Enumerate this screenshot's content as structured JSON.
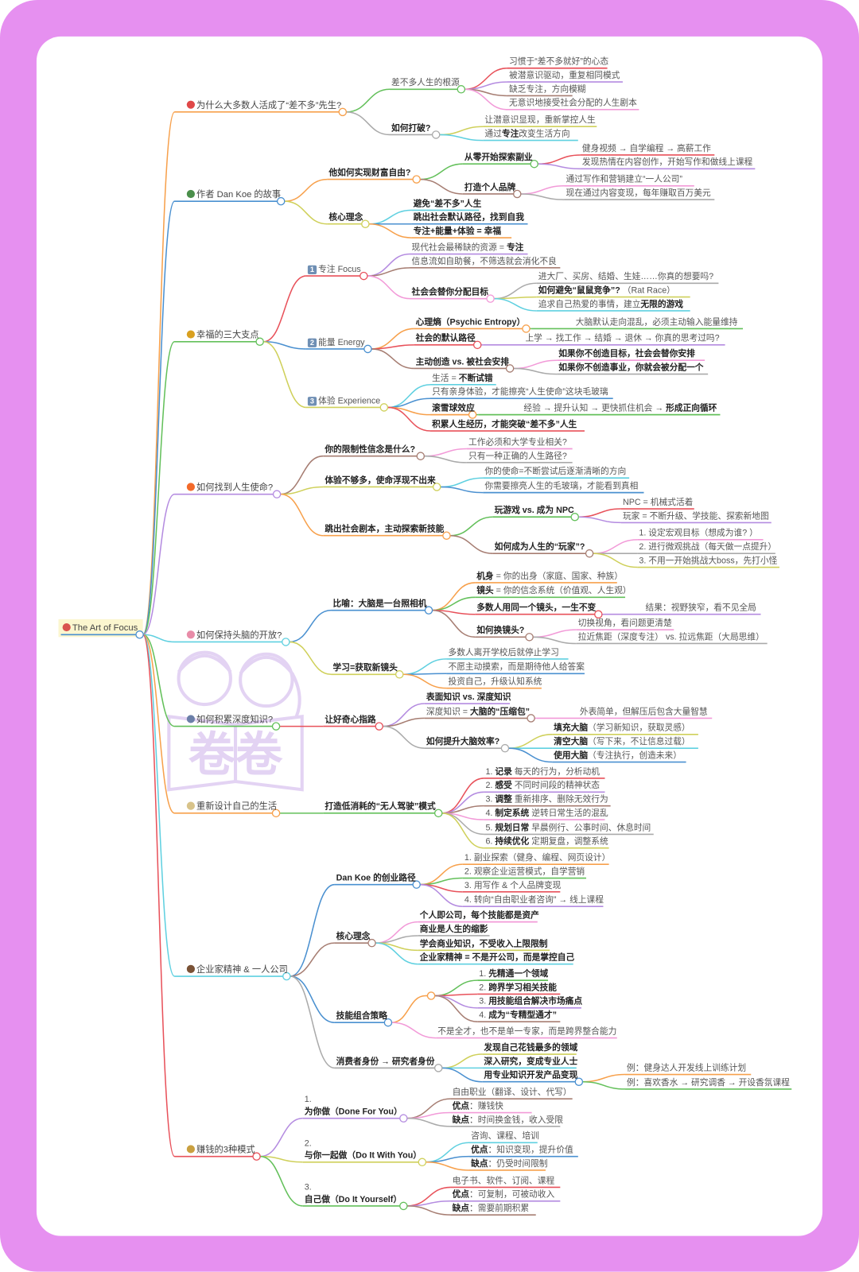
{
  "watermark": "卷卷",
  "colors": {
    "frame": "#e690f0",
    "red": "#e8515a",
    "orange": "#f7a04b",
    "green": "#63c05a",
    "blue": "#4a90d0",
    "purple": "#b48be0",
    "brown": "#a67d72",
    "pink": "#f29ad8",
    "gray": "#aaaaaa",
    "olive": "#cfd05a",
    "cyan": "#5fd0e0",
    "watermark": "#e3d3f3"
  },
  "tree": {
    "icon": "target-icon",
    "t": "The Art of Focus",
    "children": [
      {
        "icon": "pushpin-icon",
        "t": "为什么大多数人活成了“差不多”先生?",
        "children": [
          {
            "t": "差不多人生的根源",
            "children": [
              {
                "t": "习惯于“差不多就好”的心态"
              },
              {
                "t": "被潜意识驱动，重复相同模式"
              },
              {
                "t": "缺乏专注，方向模糊"
              },
              {
                "t": "无意识地接受社会分配的人生剧本"
              }
            ]
          },
          {
            "t": "如何打破?",
            "b": true,
            "children": [
              {
                "t": "让潜意识显现，重新掌控人生"
              },
              {
                "s": [
                  {
                    "t": "通过"
                  },
                  {
                    "t": "专注",
                    "b": true
                  },
                  {
                    "t": "改变生活方向"
                  }
                ]
              }
            ]
          }
        ]
      },
      {
        "icon": "books-icon",
        "t": "作者 Dan Koe 的故事",
        "children": [
          {
            "t": "他如何实现财富自由?",
            "b": true,
            "children": [
              {
                "t": "从零开始探索副业",
                "b": true,
                "children": [
                  {
                    "t": "健身视频 → 自学编程 → 高薪工作"
                  },
                  {
                    "t": "发现热情在内容创作，开始写作和做线上课程"
                  }
                ]
              },
              {
                "t": "打造个人品牌",
                "b": true,
                "children": [
                  {
                    "t": "通过写作和营销建立“一人公司”"
                  },
                  {
                    "t": "现在通过内容变现，每年赚取百万美元"
                  }
                ]
              }
            ]
          },
          {
            "t": "核心理念",
            "b": true,
            "children": [
              {
                "t": "避免“差不多”人生",
                "b": true
              },
              {
                "t": "跳出社会默认路径，找到自我",
                "b": true
              },
              {
                "t": "专注+能量+体验 = 幸福",
                "b": true
              }
            ]
          }
        ]
      },
      {
        "icon": "trophy-icon",
        "t": "幸福的三大支点",
        "children": [
          {
            "badge": "1",
            "t": "专注 Focus",
            "children": [
              {
                "s": [
                  {
                    "t": "现代社会最稀缺的资源 = "
                  },
                  {
                    "t": "专注",
                    "b": true
                  }
                ]
              },
              {
                "t": "信息流如自助餐，不筛选就会消化不良"
              },
              {
                "t": "社会会替你分配目标",
                "b": true,
                "children": [
                  {
                    "t": "进大厂、买房、结婚、生娃……你真的想要吗?"
                  },
                  {
                    "s": [
                      {
                        "t": "如何避免“鼠鼠竞争”?",
                        "b": true
                      },
                      {
                        "t": "  （Rat Race）"
                      }
                    ]
                  },
                  {
                    "s": [
                      {
                        "t": "追求自己热爱的事情，建立"
                      },
                      {
                        "t": "无限的游戏",
                        "b": true
                      }
                    ]
                  }
                ]
              }
            ]
          },
          {
            "badge": "2",
            "t": "能量 Energy",
            "children": [
              {
                "t": "心理熵（Psychic Entropy）",
                "b": true,
                "children": [
                  {
                    "t": "大脑默认走向混乱，必须主动输入能量维持"
                  }
                ]
              },
              {
                "t": "社会的默认路径",
                "b": true,
                "children": [
                  {
                    "t": "上学 → 找工作 → 结婚 → 退休 → 你真的思考过吗?"
                  }
                ]
              },
              {
                "t": "主动创造 vs. 被社会安排",
                "b": true,
                "children": [
                  {
                    "t": "如果你不创造目标，社会会替你安排",
                    "b": true
                  },
                  {
                    "t": "如果你不创造事业，你就会被分配一个",
                    "b": true
                  }
                ]
              }
            ]
          },
          {
            "badge": "3",
            "t": "体验 Experience",
            "children": [
              {
                "s": [
                  {
                    "t": "生活 = "
                  },
                  {
                    "t": "不断试错",
                    "b": true
                  }
                ]
              },
              {
                "t": "只有亲身体验，才能擦亮“人生使命”这块毛玻璃"
              },
              {
                "t": "滚雪球效应",
                "b": true,
                "children": [
                  {
                    "s": [
                      {
                        "t": "经验 → 提升认知 → 更快抓住机会 → "
                      },
                      {
                        "t": "形成正向循环",
                        "b": true
                      }
                    ]
                  }
                ]
              },
              {
                "t": "积累人生经历，才能突破“差不多”人生",
                "b": true
              }
            ]
          }
        ]
      },
      {
        "icon": "fire-icon",
        "t": "如何找到人生使命?",
        "children": [
          {
            "t": "你的限制性信念是什么?",
            "b": true,
            "children": [
              {
                "t": "工作必须和大学专业相关?"
              },
              {
                "t": "只有一种正确的人生路径?"
              }
            ]
          },
          {
            "t": "体验不够多，使命浮现不出来",
            "b": true,
            "children": [
              {
                "t": "你的使命=不断尝试后逐渐清晰的方向"
              },
              {
                "t": "你需要擦亮人生的毛玻璃，才能看到真相"
              }
            ]
          },
          {
            "t": "跳出社会剧本，主动探索新技能",
            "b": true,
            "children": [
              {
                "t": "玩游戏 vs. 成为 NPC",
                "b": true,
                "children": [
                  {
                    "t": "NPC = 机械式活着"
                  },
                  {
                    "t": "玩家 = 不断升级、学技能、探索新地图"
                  }
                ]
              },
              {
                "t": "如何成为人生的“玩家”?",
                "b": true,
                "children": [
                  {
                    "t": "1. 设定宏观目标（想成为谁? ）"
                  },
                  {
                    "t": "2. 进行微观挑战（每天做一点提升）"
                  },
                  {
                    "t": "3. 不用一开始挑战大boss，先打小怪"
                  }
                ]
              }
            ]
          }
        ]
      },
      {
        "icon": "brain-icon",
        "t": "如何保持头脑的开放?",
        "children": [
          {
            "t": "比喻：大脑是一台照相机",
            "b": true,
            "children": [
              {
                "s": [
                  {
                    "t": "机身",
                    "b": true
                  },
                  {
                    "t": " = 你的出身（家庭、国家、种族）"
                  }
                ]
              },
              {
                "s": [
                  {
                    "t": "镜头",
                    "b": true
                  },
                  {
                    "t": " = 你的信念系统（价值观、人生观）"
                  }
                ]
              },
              {
                "t": "多数人用同一个镜头，一生不变",
                "b": true,
                "children": [
                  {
                    "t": "结果：视野狭窄，看不见全局"
                  }
                ]
              },
              {
                "t": "如何换镜头?",
                "b": true,
                "children": [
                  {
                    "t": "切换视角，看问题更清楚"
                  },
                  {
                    "t": "拉近焦距（深度专注） vs. 拉远焦距（大局思维）"
                  }
                ]
              }
            ]
          },
          {
            "t": "学习=获取新镜头",
            "b": true,
            "children": [
              {
                "t": "多数人离开学校后就停止学习"
              },
              {
                "t": "不愿主动摸索，而是期待他人给答案"
              },
              {
                "t": "投资自己，升级认知系统"
              }
            ]
          }
        ]
      },
      {
        "icon": "rocket-icon",
        "t": "如何积累深度知识?",
        "children": [
          {
            "t": "让好奇心指路",
            "b": true,
            "children": [
              {
                "t": "表面知识 vs. 深度知识",
                "b": true
              },
              {
                "s": [
                  {
                    "t": "深度知识 = "
                  },
                  {
                    "t": "大脑的“压缩包”",
                    "b": true
                  }
                ],
                "children": [
                  {
                    "t": "外表简单，但解压后包含大量智慧"
                  }
                ]
              },
              {
                "t": "如何提升大脑效率?",
                "b": true,
                "children": [
                  {
                    "s": [
                      {
                        "t": "填充大脑",
                        "b": true
                      },
                      {
                        "t": "（学习新知识，获取灵感）"
                      }
                    ]
                  },
                  {
                    "s": [
                      {
                        "t": "清空大脑",
                        "b": true
                      },
                      {
                        "t": "（写下来，不让信息过载）"
                      }
                    ]
                  },
                  {
                    "s": [
                      {
                        "t": "使用大脑",
                        "b": true
                      },
                      {
                        "t": "（专注执行，创造未来）"
                      }
                    ]
                  }
                ]
              }
            ]
          }
        ]
      },
      {
        "icon": "scroll-icon",
        "t": "重新设计自己的生活",
        "children": [
          {
            "t": "打造低消耗的“无人驾驶”模式",
            "b": true,
            "children": [
              {
                "s": [
                  {
                    "t": "1. "
                  },
                  {
                    "t": "记录",
                    "b": true
                  },
                  {
                    "t": " 每天的行为，分析动机"
                  }
                ]
              },
              {
                "s": [
                  {
                    "t": "2. "
                  },
                  {
                    "t": "感受",
                    "b": true
                  },
                  {
                    "t": " 不同时间段的精神状态"
                  }
                ]
              },
              {
                "s": [
                  {
                    "t": "3. "
                  },
                  {
                    "t": "调整",
                    "b": true
                  },
                  {
                    "t": " 重新排序、删除无效行为"
                  }
                ]
              },
              {
                "s": [
                  {
                    "t": "4. "
                  },
                  {
                    "t": "制定系统",
                    "b": true
                  },
                  {
                    "t": " 逆转日常生活的混乱"
                  }
                ]
              },
              {
                "s": [
                  {
                    "t": "5. "
                  },
                  {
                    "t": "规划日常",
                    "b": true
                  },
                  {
                    "t": " 早晨例行、公事时间、休息时间"
                  }
                ]
              },
              {
                "s": [
                  {
                    "t": "6. "
                  },
                  {
                    "t": "持续优化",
                    "b": true
                  },
                  {
                    "t": " 定期复盘，调整系统"
                  }
                ]
              }
            ]
          }
        ]
      },
      {
        "icon": "briefcase-icon",
        "t": "企业家精神 & 一人公司",
        "children": [
          {
            "t": "Dan Koe 的创业路径",
            "b": true,
            "children": [
              {
                "t": "1. 副业探索（健身、编程、网页设计）"
              },
              {
                "t": "2. 观察企业运营模式，自学营销"
              },
              {
                "t": "3. 用写作 & 个人品牌变现"
              },
              {
                "t": "4. 转向“自由职业者咨询” → 线上课程"
              }
            ]
          },
          {
            "t": "核心理念",
            "b": true,
            "children": [
              {
                "t": "个人即公司，每个技能都是资产",
                "b": true
              },
              {
                "t": "商业是人生的缩影",
                "b": true
              },
              {
                "t": "学会商业知识，不受收入上限限制",
                "b": true
              },
              {
                "t": "企业家精神 = 不是开公司，而是掌控自己",
                "b": true
              }
            ]
          },
          {
            "t": "技能组合策略",
            "b": true,
            "children": [
              {
                "t": "",
                "children": [
                  {
                    "s": [
                      {
                        "t": "1. "
                      },
                      {
                        "t": "先精通一个领域",
                        "b": true
                      }
                    ]
                  },
                  {
                    "s": [
                      {
                        "t": "2. "
                      },
                      {
                        "t": "跨界学习相关技能",
                        "b": true
                      }
                    ]
                  },
                  {
                    "s": [
                      {
                        "t": "3. "
                      },
                      {
                        "t": "用技能组合解决市场痛点",
                        "b": true
                      }
                    ]
                  },
                  {
                    "s": [
                      {
                        "t": "4. "
                      },
                      {
                        "t": "成为“专精型通才”",
                        "b": true
                      }
                    ]
                  }
                ]
              },
              {
                "t": "不是全才，也不是单一专家，而是跨界整合能力"
              }
            ]
          },
          {
            "t": "消费者身份 → 研究者身份",
            "b": true,
            "children": [
              {
                "t": "发现自己花钱最多的领域",
                "b": true
              },
              {
                "t": "深入研究，变成专业人士",
                "b": true
              },
              {
                "t": "用专业知识开发产品变现",
                "b": true,
                "children": [
                  {
                    "t": "例：健身达人开发线上训练计划"
                  },
                  {
                    "t": "例：喜欢香水 → 研究调香 → 开设香氛课程"
                  }
                ]
              }
            ]
          }
        ]
      },
      {
        "icon": "money-bag-icon",
        "t": "赚钱的3种模式",
        "children": [
          {
            "pre": "1.",
            "t": "为你做（Done For You）",
            "b": true,
            "children": [
              {
                "t": "自由职业（翻译、设计、代写）"
              },
              {
                "s": [
                  {
                    "t": "优点",
                    "b": true
                  },
                  {
                    "t": "：赚钱快"
                  }
                ]
              },
              {
                "s": [
                  {
                    "t": "缺点",
                    "b": true
                  },
                  {
                    "t": "：时间换金钱，收入受限"
                  }
                ]
              }
            ]
          },
          {
            "pre": "2.",
            "t": "与你一起做（Do It With You）",
            "b": true,
            "children": [
              {
                "t": "咨询、课程、培训"
              },
              {
                "s": [
                  {
                    "t": "优点",
                    "b": true
                  },
                  {
                    "t": "：知识变现，提升价值"
                  }
                ]
              },
              {
                "s": [
                  {
                    "t": "缺点",
                    "b": true
                  },
                  {
                    "t": "：仍受时间限制"
                  }
                ]
              }
            ]
          },
          {
            "pre": "3.",
            "t": "自己做（Do It Yourself）",
            "b": true,
            "children": [
              {
                "t": "电子书、软件、订阅、课程"
              },
              {
                "s": [
                  {
                    "t": "优点",
                    "b": true
                  },
                  {
                    "t": "：可复制，可被动收入"
                  }
                ]
              },
              {
                "s": [
                  {
                    "t": "缺点",
                    "b": true
                  },
                  {
                    "t": "：需要前期积累"
                  }
                ]
              }
            ]
          }
        ]
      }
    ]
  }
}
